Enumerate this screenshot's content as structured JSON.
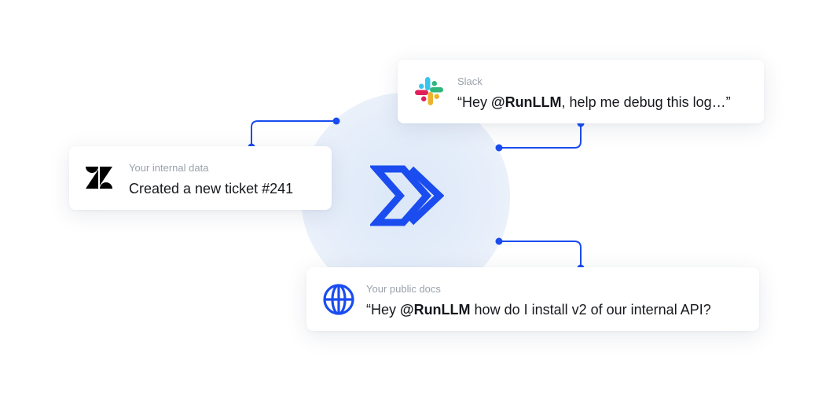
{
  "colors": {
    "accent": "#1a4cf0",
    "hub_glow": "#e3ecf9",
    "label": "#9aa1ab",
    "text": "#16181d"
  },
  "cards": {
    "slack": {
      "icon": "slack-icon",
      "label": "Slack",
      "message_prefix": "“Hey ",
      "mention": "@RunLLM",
      "message_suffix": ", help me debug this log…”"
    },
    "zendesk": {
      "icon": "zendesk-icon",
      "label": "Your internal data",
      "message": "Created a new ticket #241"
    },
    "docs": {
      "icon": "globe-icon",
      "label": "Your public docs",
      "message_prefix": "“Hey ",
      "mention": "@RunLLM",
      "message_suffix": " how do I install v2 of our internal API?"
    }
  },
  "hub": {
    "icon": "runllm-chevron-logo-icon"
  }
}
